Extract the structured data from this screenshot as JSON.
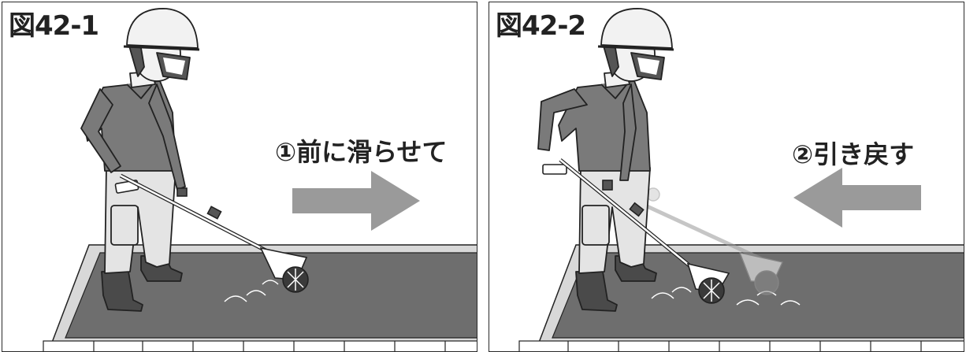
{
  "panels": [
    {
      "label": "図42-1",
      "caption": "①前に滑らせて",
      "arrow_direction": "right"
    },
    {
      "label": "図42-2",
      "caption": "②引き戻す",
      "arrow_direction": "left"
    }
  ],
  "colors": {
    "border": "#2a2a2a",
    "ground": "#6e6e6e",
    "ground_edge": "#d8d8d8",
    "shirt": "#7a7a7a",
    "pants": "#e4e4e4",
    "boots": "#4a4a4a",
    "arrow": "#9a9a9a",
    "outline": "#222222"
  }
}
